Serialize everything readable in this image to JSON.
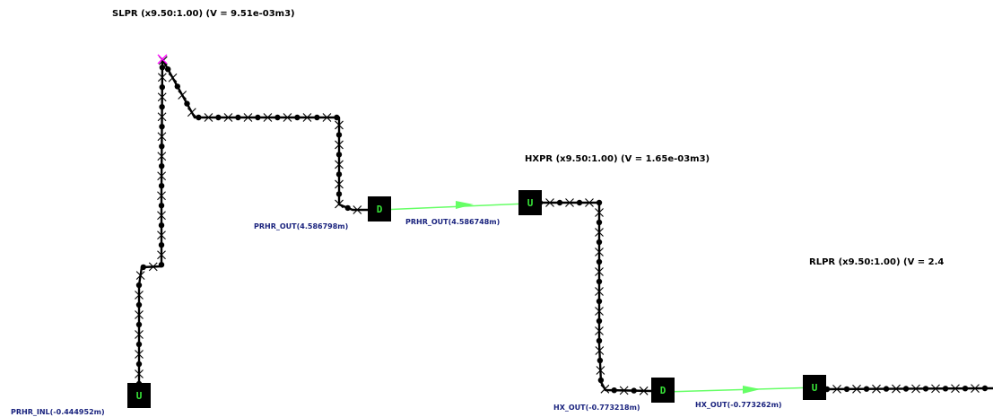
{
  "titles": {
    "slpr": "SLPR (x9.50:1.00) (V = 9.51e-03m3)",
    "hxpr": "HXPR (x9.50:1.00) (V = 1.65e-03m3)",
    "rlpr": "RLPR (x9.50:1.00) (V = 2.4"
  },
  "labels": {
    "prhr_inl": "PRHR_INL(-0.444952m)",
    "prhr_out_down": "PRHR_OUT(4.586798m)",
    "prhr_out_up": "PRHR_OUT(4.586748m)",
    "hx_out_down": "HX_OUT(-0.773218m)",
    "hx_out_up": "HX_OUT(-0.773262m)"
  },
  "boxes": {
    "u_letter": "U",
    "d_letter": "D"
  },
  "colors": {
    "pipe": "#000000",
    "link": "#66ff66",
    "box_fill": "#000000",
    "box_text": "#39e639",
    "label": "#1a237e",
    "vertex_marker": "#ff00ff"
  }
}
